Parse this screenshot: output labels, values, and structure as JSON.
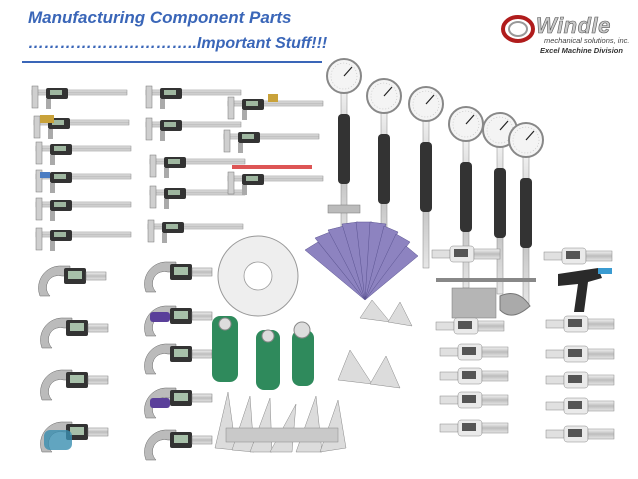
{
  "header": {
    "title": "Manufacturing Component Parts",
    "subtitle": "…………………………..Important Stuff!!!"
  },
  "logo": {
    "brand": "Windle",
    "tagline": "mechanical solutions, inc.",
    "division": "Excel Machine Division",
    "colors": {
      "swirl": "#b01c1c",
      "text": "#555555"
    }
  },
  "theme": {
    "title_color": "#3a66b8"
  },
  "tool_groups": [
    "calipers",
    "dial-bore-gauges",
    "digital-micrometers",
    "radius-gauges",
    "thread-pitch-gauges",
    "inside-micrometers",
    "bore-gauges"
  ]
}
